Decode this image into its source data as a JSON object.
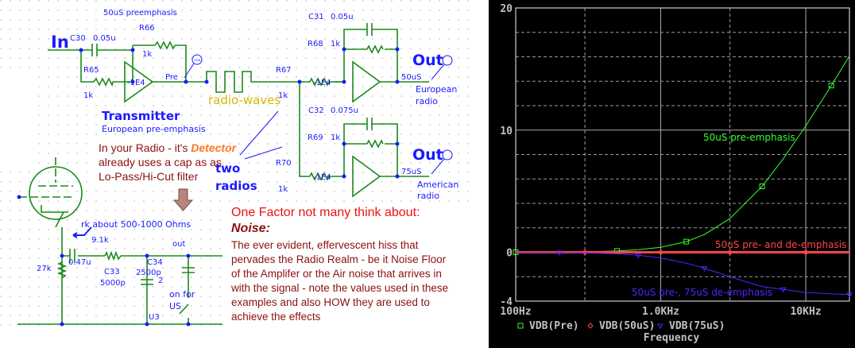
{
  "schematic": {
    "title": "50uS preemphasis",
    "in_label": "In",
    "c30": "C30",
    "c30_val": "0.05u",
    "r66": "R66",
    "r66_val": "1k",
    "r65": "R65",
    "r65_val": "1k",
    "opamp_gain": "-1E4",
    "pre_label": "Pre",
    "probe": "VDB",
    "radio_waves": "radio-waves",
    "transmitter": "Transmitter",
    "transmitter_sub": "European pre-emphasis",
    "r67": "R67",
    "r67_val": "1k",
    "c31": "C31",
    "c31_val": "0.05u",
    "r68": "R68",
    "r68_val": "1k",
    "out1": "Out",
    "out1_tag": "50uS",
    "out1_desc1": "European",
    "out1_desc2": "radio",
    "c32": "C32",
    "c32_val": "0.075u",
    "r69": "R69",
    "r69_val": "1k",
    "r70": "R70",
    "r70_val": "1k",
    "out2": "Out",
    "out2_tag": "75uS",
    "out2_desc1": "American",
    "out2_desc2": "radio",
    "two": "two",
    "radios": "radios",
    "radio_note": [
      "In your Radio - it's ",
      "Detector",
      "already uses a cap as as",
      "Lo-Pass/Hi-Cut filter"
    ],
    "rk_note": "rk about 500-1000 Ohms",
    "r_91k": "9.1k",
    "c_047": "0.47u",
    "r_27k": "27k",
    "c33": "C33",
    "c33_val": "5000p",
    "c34": "C34",
    "c34_val": "2500p",
    "out3": "out",
    "sw_pin": "2",
    "on_for": "on for",
    "us": "US",
    "u3": "U3"
  },
  "noise_note": {
    "heading": "One Factor not many think about:",
    "title": "Noise:",
    "lines": [
      "The ever evident, effervescent hiss that",
      "pervades the Radio Realm -  be it Noise Floor",
      "of the Amplifer or the Air noise that arrives in",
      "with the signal - note the values used in these",
      "examples and also HOW they are used to",
      "achieve the effects"
    ]
  },
  "chart_data": {
    "type": "line",
    "xlabel": "Frequency",
    "xscale": "log",
    "xlim": [
      100,
      20000
    ],
    "ylim": [
      -4,
      20
    ],
    "x_ticks": [
      {
        "v": 100,
        "label": "100Hz"
      },
      {
        "v": 1000,
        "label": "1.0KHz"
      },
      {
        "v": 10000,
        "label": "10KHz"
      }
    ],
    "y_ticks": [
      {
        "v": 20,
        "label": "20"
      },
      {
        "v": 10,
        "label": "10"
      },
      {
        "v": 0,
        "label": "0"
      },
      {
        "v": -4,
        "label": "-4"
      }
    ],
    "grid": true,
    "legend_position": "bottom",
    "x": [
      100,
      200,
      300,
      500,
      700,
      1000,
      1500,
      2000,
      3000,
      5000,
      7000,
      10000,
      15000,
      20000
    ],
    "series": [
      {
        "name": "VDB(Pre)",
        "color": "#33ff33",
        "marker": "square",
        "annotation": "50uS pre-emphasis",
        "values": [
          0.004,
          0.017,
          0.038,
          0.106,
          0.205,
          0.41,
          0.87,
          1.45,
          2.76,
          5.4,
          7.66,
          10.35,
          13.65,
          16.07
        ]
      },
      {
        "name": "VDB(50uS)",
        "color": "#ff4444",
        "marker": "diamond",
        "annotation": "50uS pre- and de-emphasis",
        "values": [
          0,
          0,
          0,
          0,
          0,
          0,
          0,
          0,
          0,
          0,
          0,
          0,
          0,
          0
        ]
      },
      {
        "name": "VDB(75uS)",
        "color": "#5522ff",
        "marker": "triangle",
        "annotation": "50uS pre-, 75uS de-emphasis",
        "values": [
          -0.005,
          -0.021,
          -0.048,
          -0.127,
          -0.245,
          -0.46,
          -0.89,
          -1.31,
          -2.01,
          -2.81,
          -3.04,
          -3.3,
          -3.41,
          -3.46
        ]
      }
    ]
  }
}
